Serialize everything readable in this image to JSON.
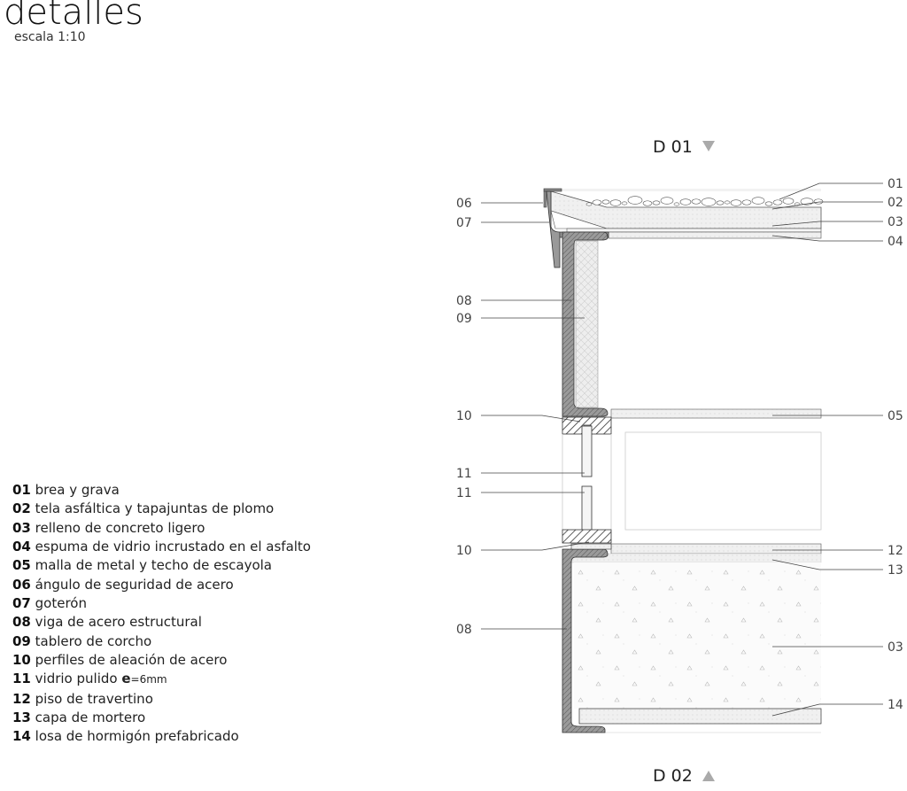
{
  "header": {
    "title": "detalles",
    "scale": "escala 1:10"
  },
  "legend": [
    {
      "num": "01",
      "text": "brea y grava"
    },
    {
      "num": "02",
      "text": "tela asfáltica y tapajuntas de plomo"
    },
    {
      "num": "03",
      "text": "relleno de concreto ligero"
    },
    {
      "num": "04",
      "text": "espuma de vidrio incrustado en el asfalto"
    },
    {
      "num": "05",
      "text": "malla de metal y techo de escayola"
    },
    {
      "num": "06",
      "text": "ángulo de seguridad de acero"
    },
    {
      "num": "07",
      "text": "goterón"
    },
    {
      "num": "08",
      "text": "viga de acero estructural"
    },
    {
      "num": "09",
      "text": "tablero de corcho"
    },
    {
      "num": "10",
      "text": "perfiles de aleación de acero"
    },
    {
      "num": "11",
      "text": "vidrio pulido",
      "bold_suffix": "e",
      "suffix": "=6mm"
    },
    {
      "num": "12",
      "text": "piso de travertino"
    },
    {
      "num": "13",
      "text": "capa de mortero"
    },
    {
      "num": "14",
      "text": "losa de hormigón prefabricado"
    }
  ],
  "drawing": {
    "top_label": "D 01",
    "bottom_label": "D 02",
    "left_callouts": [
      "06",
      "07",
      "08",
      "09",
      "10",
      "11",
      "11",
      "10",
      "08"
    ],
    "right_callouts": [
      "01",
      "02",
      "03",
      "04",
      "05",
      "12",
      "13",
      "03",
      "14"
    ],
    "colors": {
      "steel": "#8a8a8a",
      "fill": "#ececec",
      "line": "#333333",
      "marker": "#aaaaaa"
    }
  }
}
